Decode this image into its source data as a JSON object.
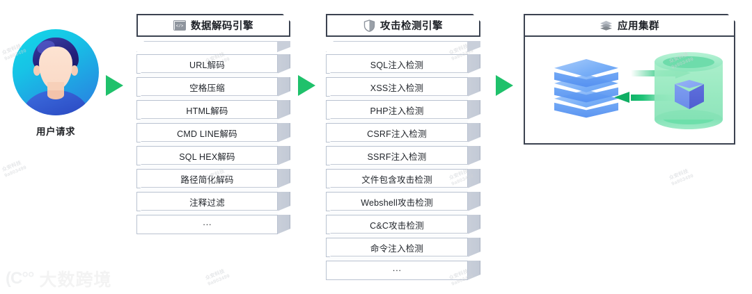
{
  "user": {
    "label": "用户请求",
    "avatar_icon": "user-avatar-icon"
  },
  "arrows": {
    "flow_icon": "play-arrow-icon",
    "count": 3,
    "color": "#1fc16b"
  },
  "columns": [
    {
      "id": "decode",
      "header": {
        "title": "数据解码引擎",
        "icon": "code-window-icon"
      },
      "items": [
        "URL解码",
        "空格压缩",
        "HTML解码",
        "CMD LINE解码",
        "SQL HEX解码",
        "路径简化解码",
        "注释过滤",
        "···"
      ]
    },
    {
      "id": "detect",
      "header": {
        "title": "攻击检测引擎",
        "icon": "shield-icon"
      },
      "items": [
        "SQL注入检测",
        "XSS注入检测",
        "PHP注入检测",
        "CSRF注入检测",
        "SSRF注入检测",
        "文件包含攻击检测",
        "Webshell攻击检测",
        "C&C攻击检测",
        "命令注入检测",
        "···"
      ]
    }
  ],
  "cluster_panel": {
    "header": {
      "title": "应用集群",
      "icon": "layers-stack-icon"
    },
    "illustrations": {
      "left": "blue-layered-cube-icon",
      "right": "green-database-cylinder-icon",
      "cube_inside": "purple-blue-cube-icon",
      "arrow_right": "green-arrow-right-icon",
      "arrow_left": "green-arrow-left-icon"
    }
  },
  "watermarks": {
    "tiles": [
      "众安科技",
      "9a903499"
    ],
    "brand_mark": "(C°°",
    "brand_text": "大数跨境"
  },
  "colors": {
    "accent_green": "#1fc16b",
    "panel_border": "#3b4250",
    "card_border": "#b9c2d0",
    "card_side": "#c9cfda",
    "avatar_gradient_start": "#13d9e8",
    "avatar_gradient_end": "#2b7ae0"
  }
}
